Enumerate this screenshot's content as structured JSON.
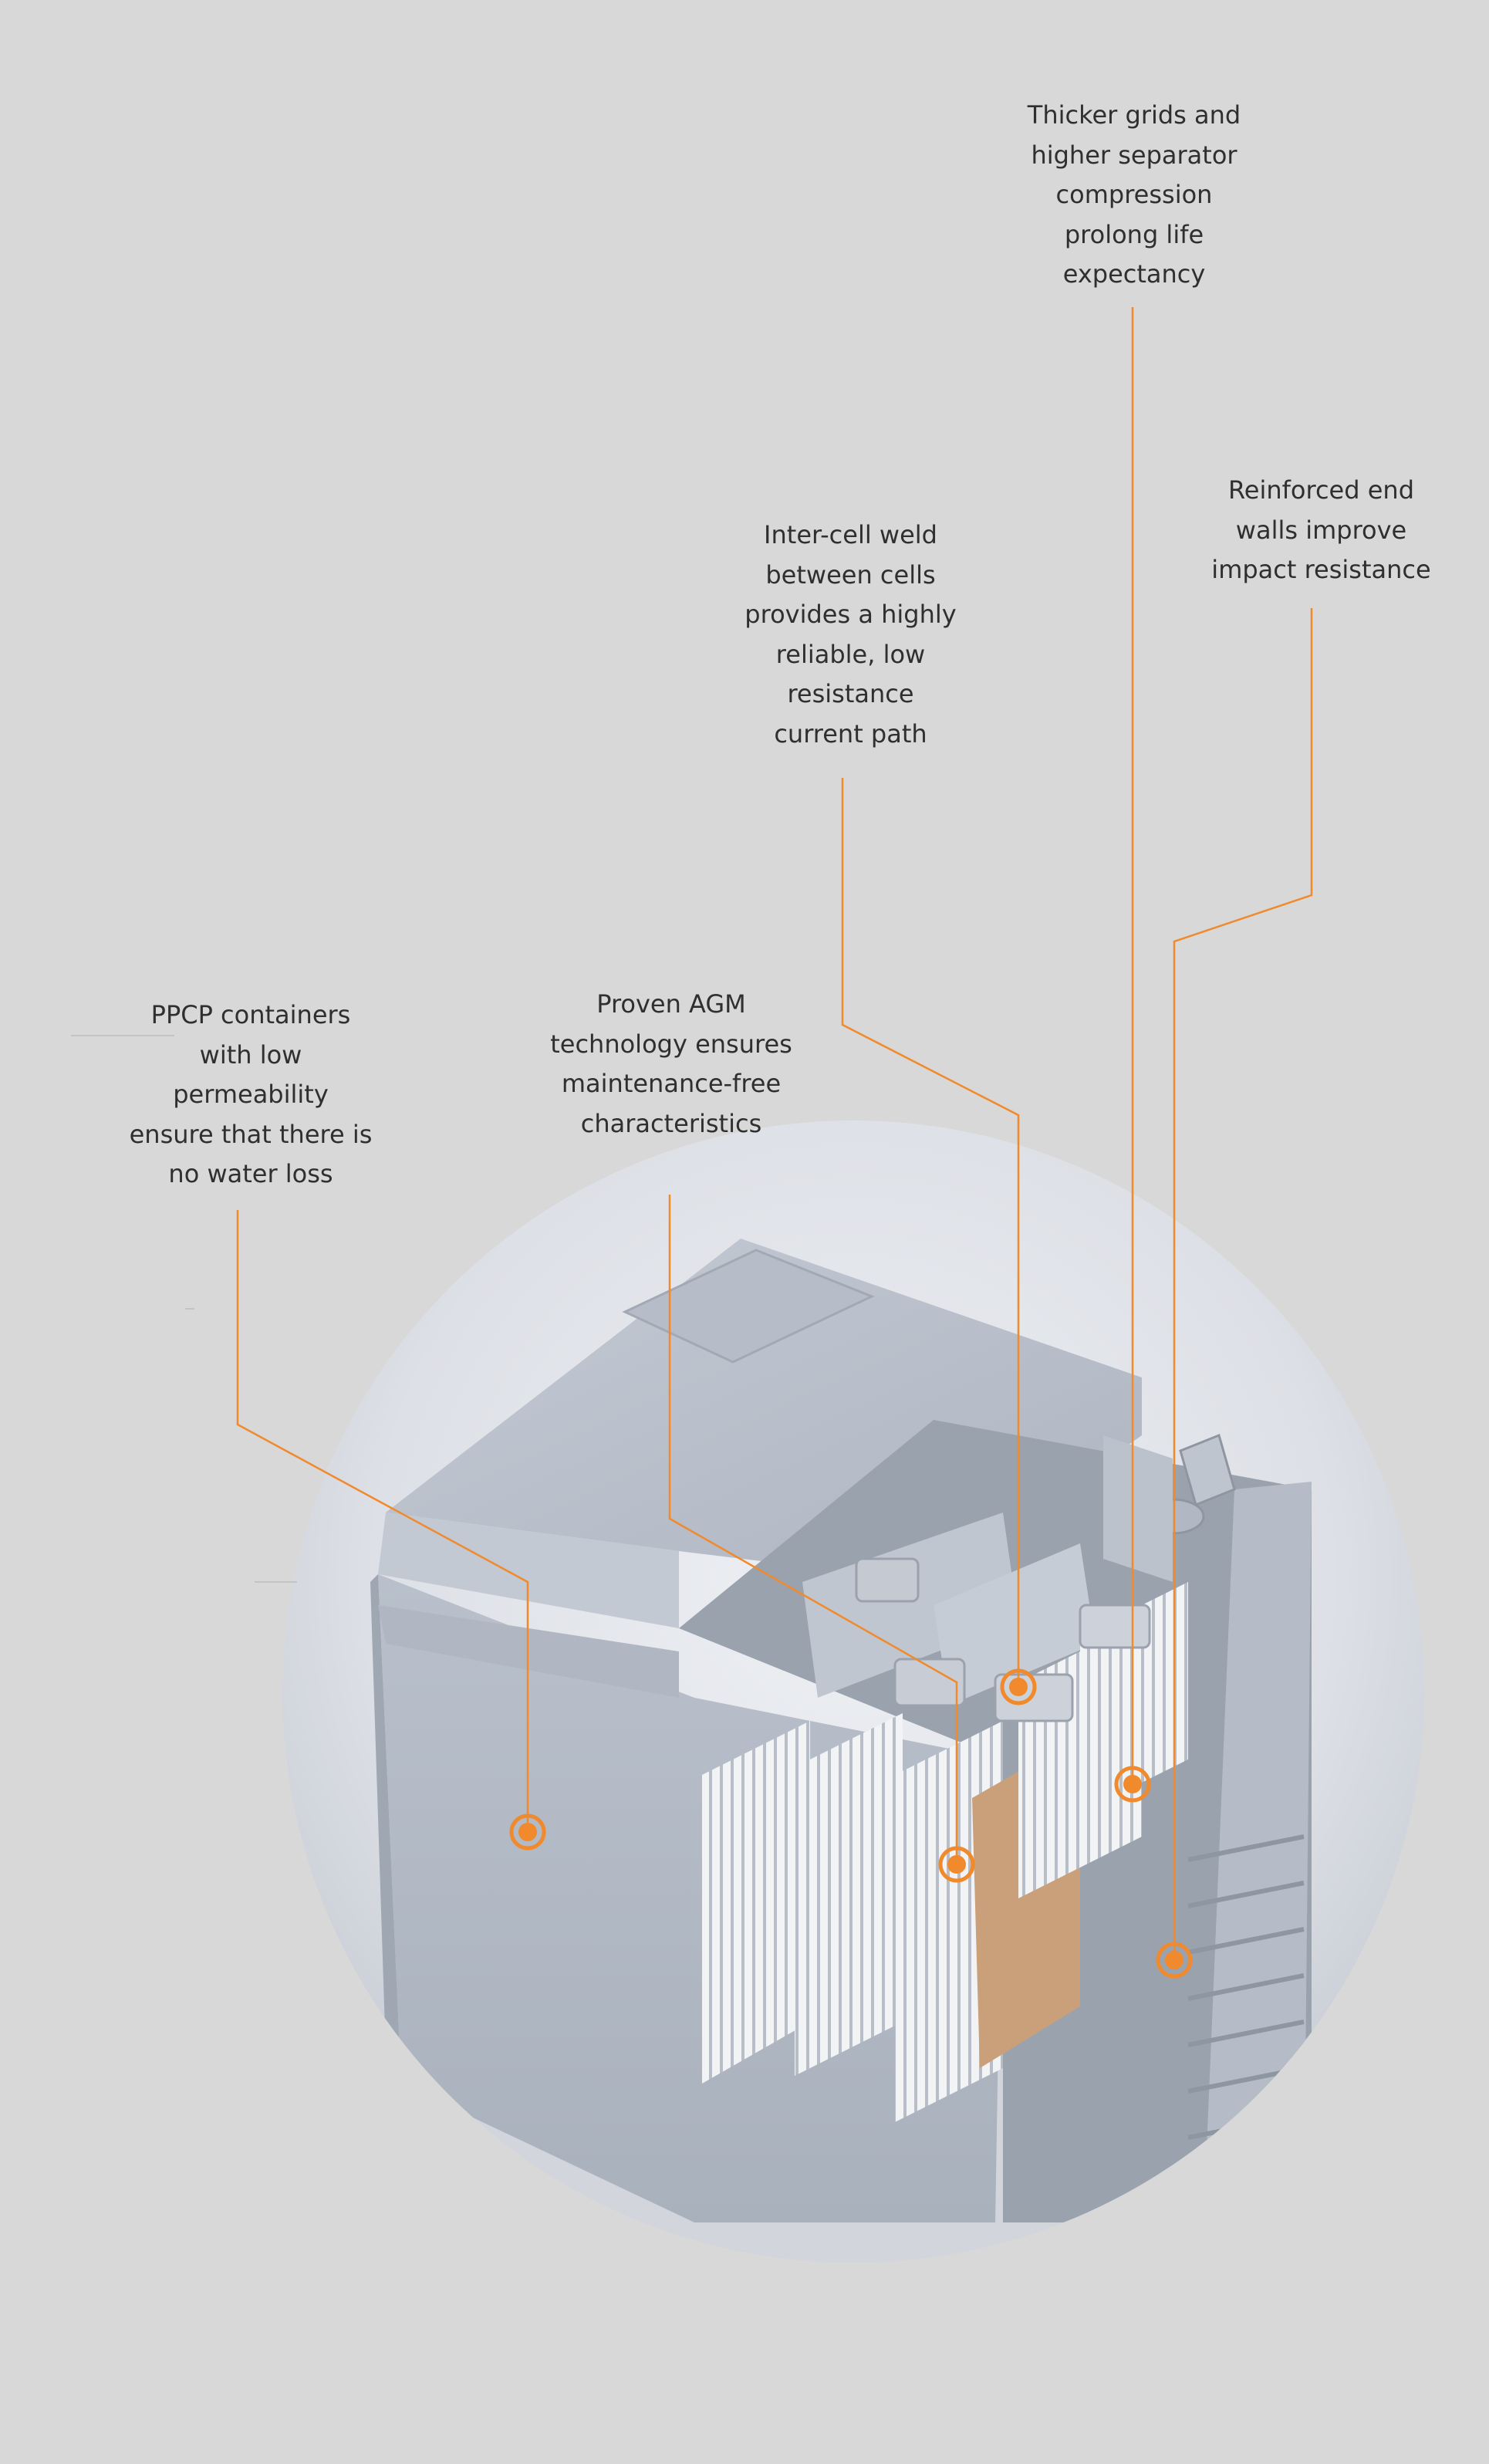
{
  "callouts": {
    "grids": "Thicker grids and\nhigher separator\ncompression\nprolong life\nexpectancy",
    "walls": "Reinforced end\nwalls improve\nimpact resistance",
    "weld": "Inter-cell weld\nbetween cells\nprovides a highly\nreliable, low\nresistance\ncurrent path",
    "agm": "Proven AGM\ntechnology ensures\nmaintenance-free\ncharacteristics",
    "ppcp": "PPCP containers\nwith low\npermeability\nensure that there is\nno water  loss"
  },
  "colors": {
    "background": "#d8d8d8",
    "accent": "#f08a2c",
    "text": "#2f2f2f",
    "battery_body": "#b8bfca",
    "plate_fill": "#c9a07a"
  }
}
